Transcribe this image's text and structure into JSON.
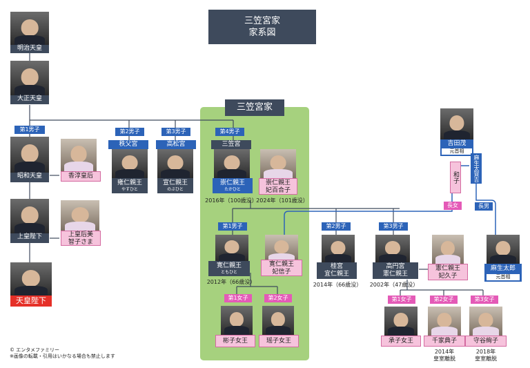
{
  "title": {
    "line1": "三笠宮家",
    "line2": "家系図"
  },
  "branch_label": "三笠宮家",
  "people": {
    "meiji": {
      "name": "明治天皇"
    },
    "taisho": {
      "name": "大正天皇"
    },
    "showa": {
      "name": "昭和天皇"
    },
    "kojun": {
      "name": "香淳皇后"
    },
    "joko": {
      "name": "上皇陛下"
    },
    "jokogo": {
      "line1": "上皇后美",
      "line2": "智子さま"
    },
    "tenno": {
      "name": "天皇陛下"
    },
    "chichibu": {
      "house": "秩父宮",
      "name": "雍仁親王",
      "reading": "やすひと"
    },
    "takamatsu": {
      "house": "高松宮",
      "name": "宣仁親王",
      "reading": "のぶひと"
    },
    "mikasa": {
      "house": "三笠宮",
      "name": "崇仁親王",
      "reading": "たかひと",
      "death": "2016年（100歳没）"
    },
    "yuriko": {
      "line1": "崇仁親王",
      "line2": "妃百合子",
      "death": "2024年（101歳没）"
    },
    "tomohito": {
      "name": "寛仁親王",
      "reading": "ともひと",
      "death": "2012年（66歳没）"
    },
    "nobuko": {
      "line1": "寛仁親王",
      "line2": "妃信子"
    },
    "katsura": {
      "line1": "桂宮",
      "line2": "宜仁親王",
      "death": "2014年（66歳没）"
    },
    "takamado": {
      "line1": "高円宮",
      "line2": "憲仁親王",
      "death": "2002年（47歳没）"
    },
    "hisako": {
      "line1": "憲仁親王",
      "line2": "妃久子"
    },
    "akiko": {
      "name": "彬子女王"
    },
    "yoko": {
      "name": "瑶子女王"
    },
    "tsuguko": {
      "name": "承子女王"
    },
    "noriko": {
      "name": "千家典子",
      "note1": "2014年",
      "note2": "皇室離脱"
    },
    "ayako": {
      "name": "守谷絢子",
      "note1": "2018年",
      "note2": "皇室離脱"
    },
    "yoshida": {
      "name": "吉田茂",
      "role": "元首相"
    },
    "kazuko": {
      "name": "和子"
    },
    "aso_takakichi": {
      "name": "麻生太賀吉"
    },
    "aso_taro": {
      "name": "麻生太郎",
      "role": "元首相"
    }
  },
  "relations": {
    "son1": "第1男子",
    "son2": "第2男子",
    "son3": "第3男子",
    "son4": "第4男子",
    "dau1": "第1女子",
    "dau2": "第2女子",
    "dau3": "第3女子",
    "eldest_daughter": "長女",
    "eldest_son": "長男"
  },
  "copyright": {
    "line1": "© エンタメファミリー",
    "line2": "※画像の転載・引用はいかなる場合も禁止します"
  },
  "colors": {
    "navy": "#3e4a5c",
    "blue": "#2c63b8",
    "pink": "#f6c3dc",
    "magenta": "#e45ab7",
    "red": "#e53028",
    "green": "#a6d17e"
  }
}
